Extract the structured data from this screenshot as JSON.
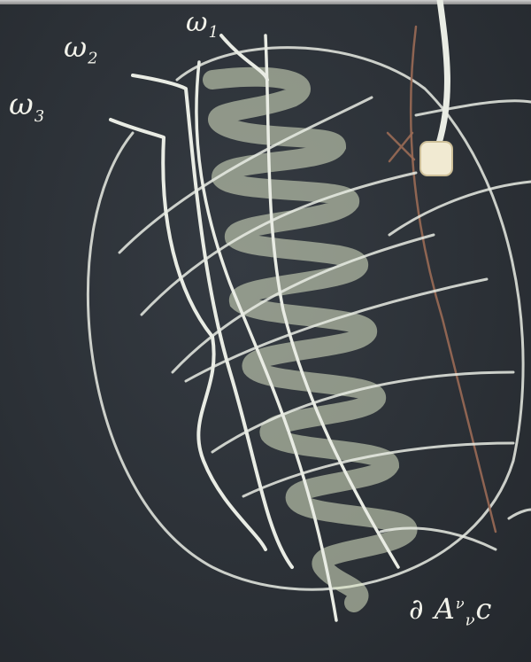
{
  "labels": {
    "omega1": "ω",
    "omega1_sub": "1",
    "omega2": "ω",
    "omega2_sub": "2",
    "omega3": "ω",
    "omega3_sub": "3",
    "bottom_formula": "∂ A",
    "bottom_formula_sup": "ν",
    "bottom_formula_sub": "ν",
    "bottom_formula_tail": "c"
  },
  "colors": {
    "board": "#2c3137",
    "chalk": "#e9ece4",
    "coil": "#dfe8c8",
    "red_chalk": "#9a6a55"
  },
  "icons": [
    "chalk-piece-icon"
  ]
}
